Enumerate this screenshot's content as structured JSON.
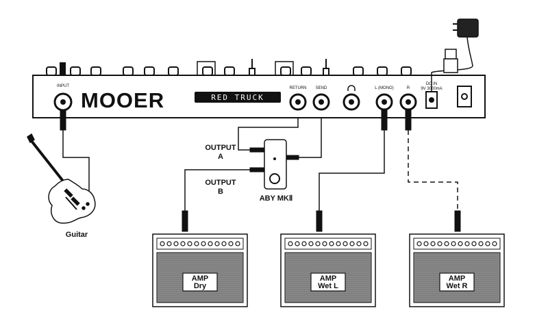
{
  "pedal": {
    "brand": "MOOER",
    "model": "RED TRUCK",
    "jacks": {
      "input": "INPUT",
      "return": "RETURN",
      "send": "SEND",
      "left": "L (MONO)",
      "right": "R",
      "power_line1": "DC IN",
      "power_line2": "9V 3000mA"
    }
  },
  "guitar": {
    "label": "Guitar"
  },
  "aby": {
    "label": "ABY MKⅡ",
    "output_a_line1": "OUTPUT",
    "output_a_line2": "A",
    "output_b_line1": "OUTPUT",
    "output_b_line2": "B"
  },
  "amps": [
    {
      "line1": "AMP",
      "line2": "Dry"
    },
    {
      "line1": "AMP",
      "line2": "Wet L"
    },
    {
      "line1": "AMP",
      "line2": "Wet R"
    }
  ]
}
